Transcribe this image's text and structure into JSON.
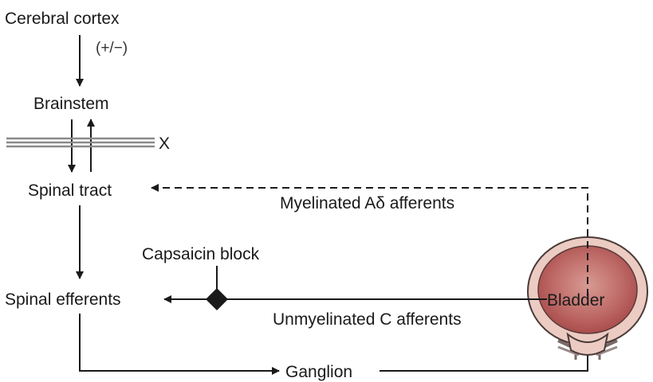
{
  "labels": {
    "cerebral_cortex": "Cerebral cortex",
    "modulation": "(+/−)",
    "brainstem": "Brainstem",
    "lesion": "X",
    "spinal_tract": "Spinal tract",
    "myelinated_afferents": "Myelinated Aδ afferents",
    "capsaicin_block": "Capsaicin block",
    "spinal_efferents": "Spinal efferents",
    "unmyelinated_afferents": "Unmyelinated C afferents",
    "bladder": "Bladder",
    "ganglion": "Ganglion"
  },
  "colors": {
    "ink": "#1a1a1a",
    "bladder_wall": "#e9c6bd",
    "bladder_lumen": "#b04a4a",
    "lesion_bars": "#8a8a8a"
  }
}
